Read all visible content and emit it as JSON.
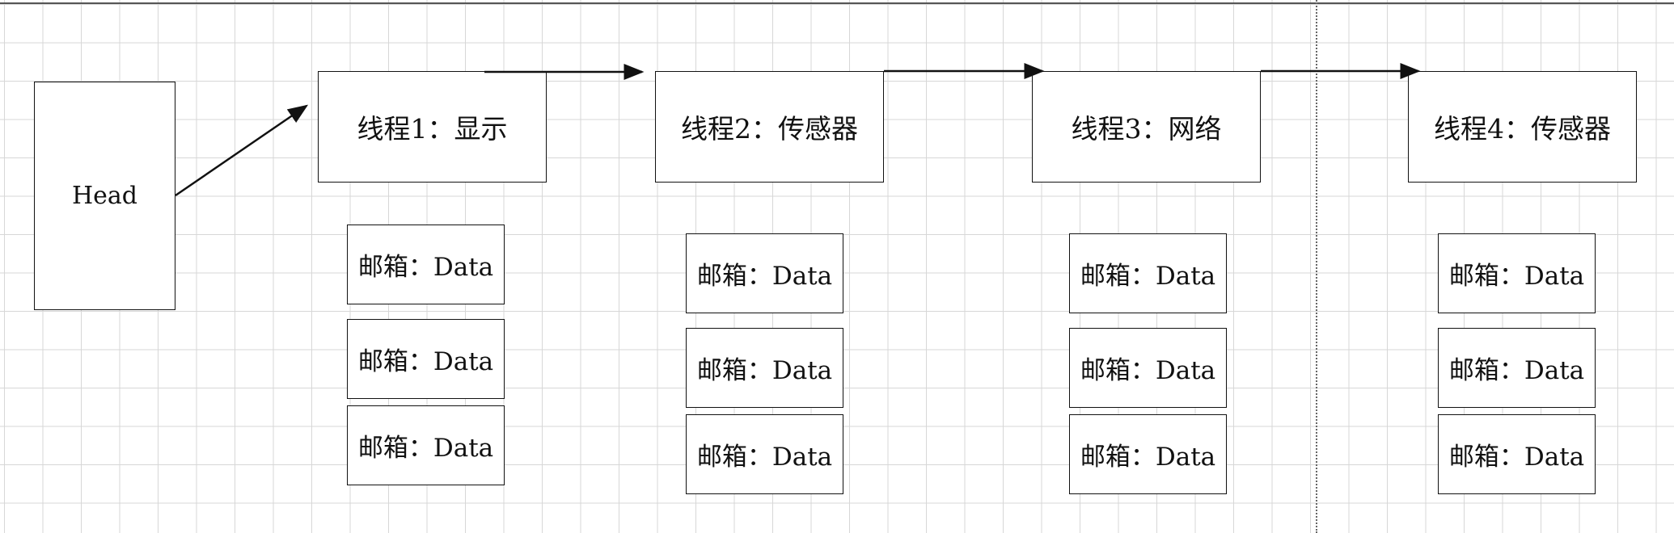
{
  "diagram": {
    "head": {
      "label": "Head"
    },
    "threads": [
      {
        "label": "线程1：显示",
        "mailboxes": [
          "邮箱：Data",
          "邮箱：Data",
          "邮箱：Data"
        ]
      },
      {
        "label": "线程2：传感器",
        "mailboxes": [
          "邮箱：Data",
          "邮箱：Data",
          "邮箱：Data"
        ]
      },
      {
        "label": "线程3：网络",
        "mailboxes": [
          "邮箱：Data",
          "邮箱：Data",
          "邮箱：Data"
        ]
      },
      {
        "label": "线程4：传感器",
        "mailboxes": [
          "邮箱：Data",
          "邮箱：Data",
          "邮箱：Data"
        ]
      }
    ],
    "colors": {
      "background": "#ffffff",
      "grid": "#d7d7d7",
      "stroke": "#111111"
    }
  }
}
